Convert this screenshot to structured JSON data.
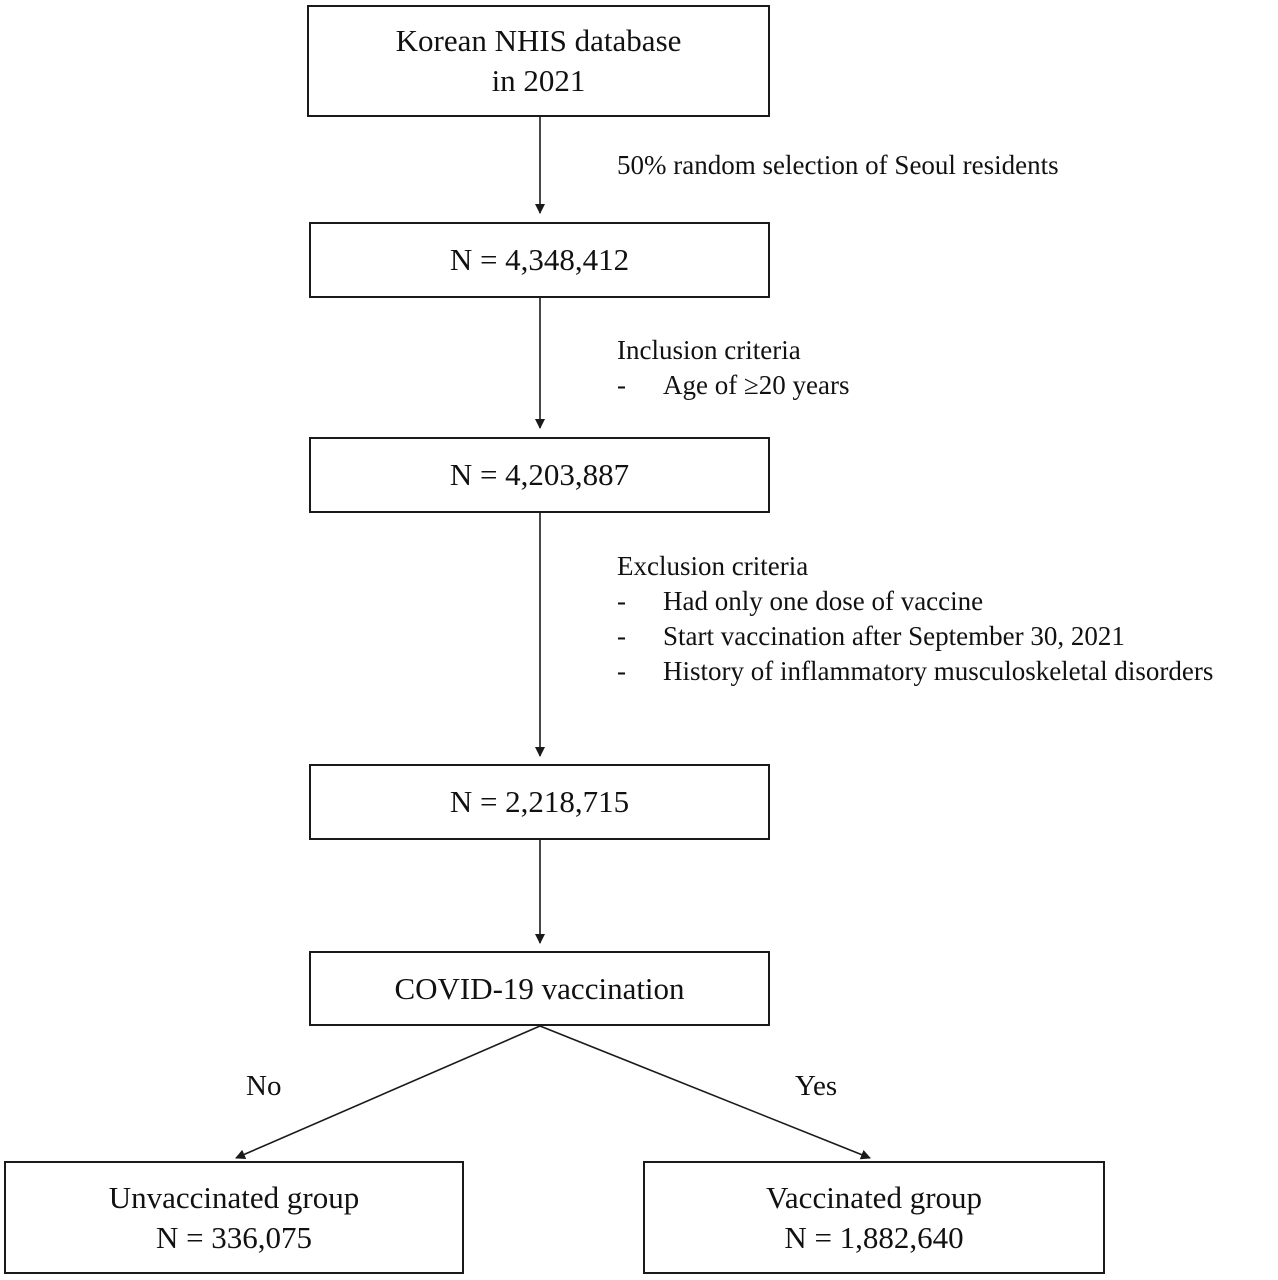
{
  "boxes": {
    "source": {
      "line1": "Korean NHIS database",
      "line2": "in 2021"
    },
    "step1": {
      "text": "N = 4,348,412"
    },
    "step2": {
      "text": "N = 4,203,887"
    },
    "step3": {
      "text": "N = 2,218,715"
    },
    "split": {
      "text": "COVID-19 vaccination"
    },
    "unvaccinated": {
      "line1": "Unvaccinated group",
      "line2": "N = 336,075"
    },
    "vaccinated": {
      "line1": "Vaccinated group",
      "line2": "N = 1,882,640"
    }
  },
  "notes": {
    "selection": "50% random selection of Seoul residents",
    "inclusion": {
      "title": "Inclusion criteria",
      "items": [
        "Age of  ≥20 years"
      ]
    },
    "exclusion": {
      "title": "Exclusion criteria",
      "items": [
        "Had only one dose of vaccine",
        "Start vaccination after September 30, 2021",
        "History of inflammatory musculoskeletal disorders"
      ]
    },
    "bullet": "-"
  },
  "branches": {
    "no": "No",
    "yes": "Yes"
  },
  "colors": {
    "line": "#1a1a1a",
    "text": "#111111",
    "background": "#ffffff"
  }
}
